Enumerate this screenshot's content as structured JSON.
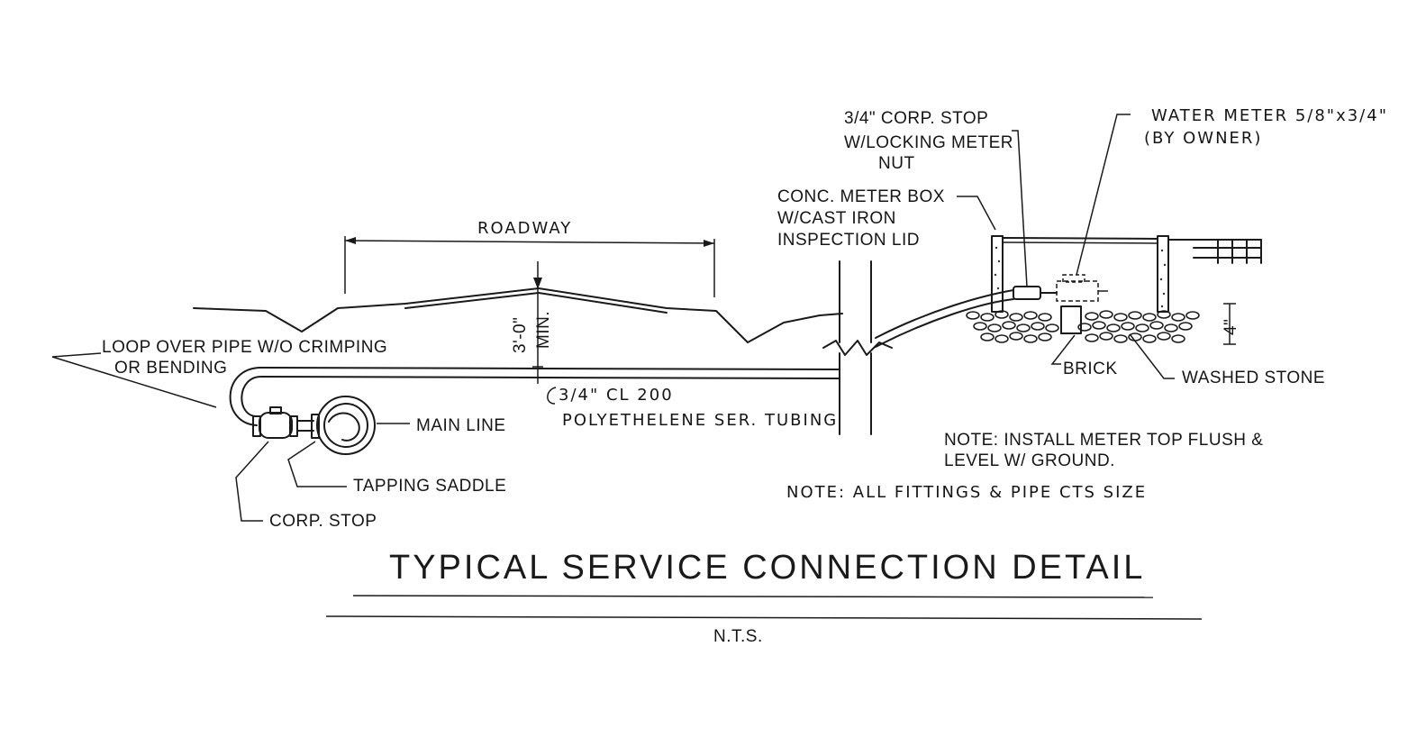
{
  "labels": {
    "roadway": "ROADWAY",
    "depth_a": "3'-0\"",
    "depth_b": "MIN.",
    "loop_a": "LOOP OVER PIPE W/O CRIMPING",
    "loop_b": "OR BENDING",
    "tubing_a": "3/4\" CL 200",
    "tubing_b": "POLYETHELENE SER. TUBING",
    "main_line": "MAIN LINE",
    "tapping_saddle": "TAPPING SADDLE",
    "corp_stop": "CORP. STOP",
    "corp_stop_lock_a": "3/4\" CORP. STOP",
    "corp_stop_lock_b": "W/LOCKING METER",
    "corp_stop_lock_c": "NUT",
    "meter_box_a": "CONC. METER BOX",
    "meter_box_b": "W/CAST IRON",
    "meter_box_c": "INSPECTION LID",
    "water_meter_a": "WATER METER 5/8\"x3/4\"",
    "water_meter_b": "(BY OWNER)",
    "brick": "BRICK",
    "washed_stone": "WASHED STONE",
    "stone_depth": "4\"",
    "note_a": "NOTE: INSTALL METER TOP FLUSH &",
    "note_b": "LEVEL W/ GROUND.",
    "note_c": "NOTE: ALL FITTINGS & PIPE CTS SIZE"
  },
  "title": "TYPICAL SERVICE CONNECTION DETAIL",
  "scale_note": "N.T.S."
}
